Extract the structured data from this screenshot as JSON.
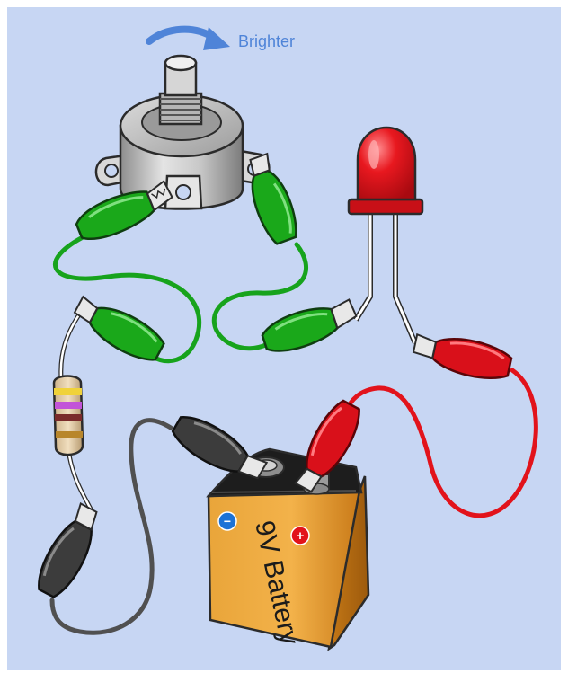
{
  "arrow_label": "Brighter",
  "battery": {
    "label": "9V Battery",
    "negative_symbol": "−",
    "positive_symbol": "+"
  },
  "components": [
    "potentiometer",
    "led",
    "resistor",
    "battery",
    "alligator-clips",
    "wires"
  ],
  "colors": {
    "background": "#c7d6f3",
    "frame": "#ffffff",
    "arrow": "#4f84d8",
    "green_wire": "#17a31c",
    "green_clip": "#1aa81a",
    "red_wire": "#e2131b",
    "red_clip": "#d9101a",
    "black_wire": "#505050",
    "black_clip": "#3c3c3c",
    "battery_body": "#e79a29",
    "battery_top": "#1d1d1d",
    "led_red": "#e3161b",
    "pot_metal": "#b5b5b5"
  },
  "icons": {
    "negative_terminal_marker": "minus-circle-icon",
    "positive_terminal_marker": "plus-circle-icon",
    "rotation_arrow": "curved-arrow-icon"
  }
}
